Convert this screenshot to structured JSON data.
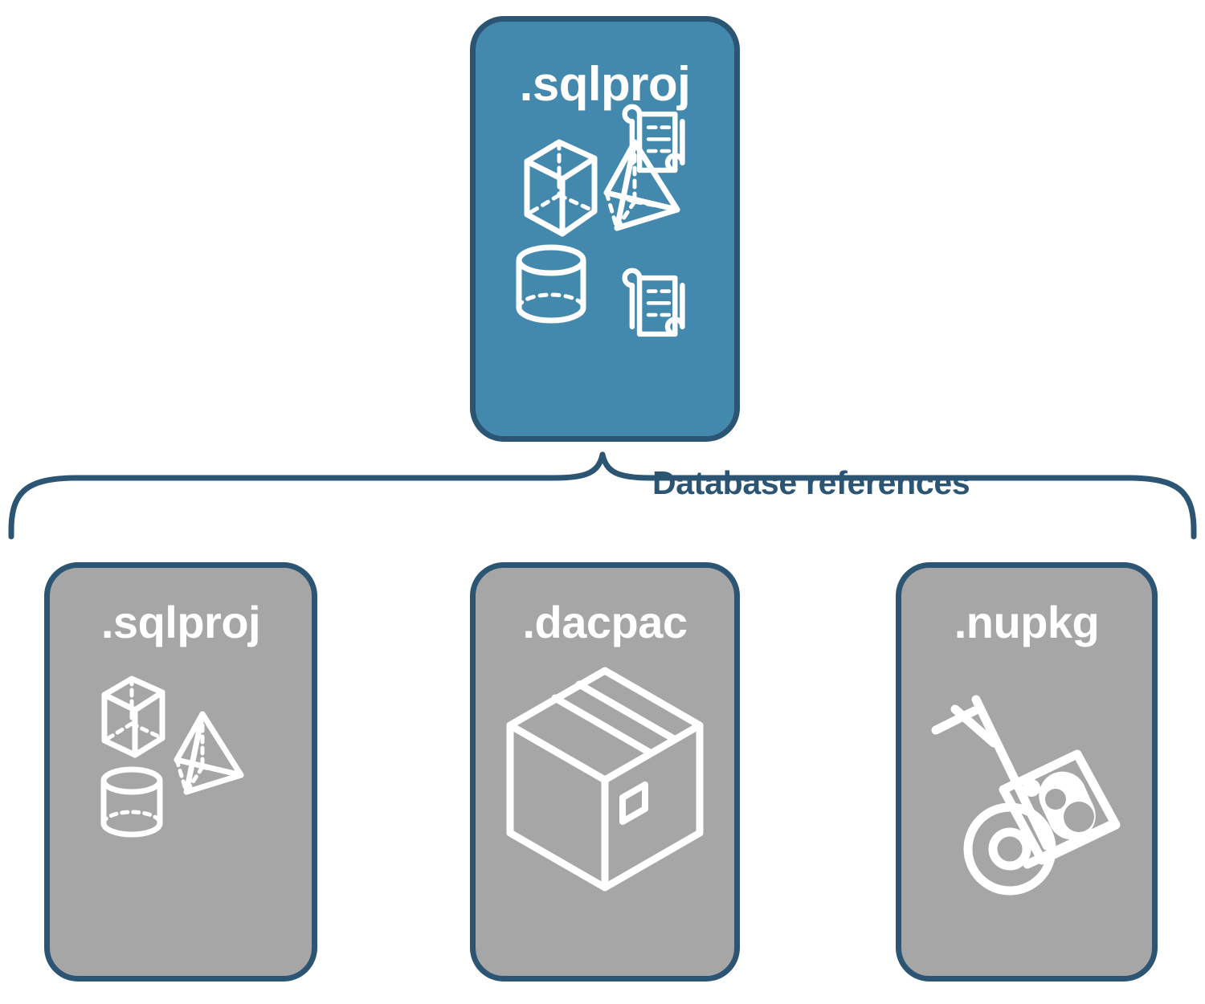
{
  "diagram": {
    "title": "Database references",
    "colors": {
      "root_card_fill": "#4389ae",
      "reference_card_fill": "#a6a6a6",
      "border": "#2c5574",
      "label_text": "#2c5574",
      "icon_stroke": "#ffffff",
      "background": "#ffffff"
    },
    "root": {
      "label": ".sqlproj",
      "icons": [
        "cube-icon",
        "script-scroll-icon",
        "pyramid-icon",
        "cylinder-icon",
        "script-scroll-icon"
      ]
    },
    "connector": {
      "label": "Database references",
      "style": "curly-brace"
    },
    "references": [
      {
        "label": ".sqlproj",
        "icons": [
          "cube-icon",
          "pyramid-icon",
          "cylinder-icon"
        ]
      },
      {
        "label": ".dacpac",
        "icons": [
          "package-box-icon"
        ]
      },
      {
        "label": ".nupkg",
        "icons": [
          "nuget-hand-truck-icon"
        ]
      }
    ]
  }
}
